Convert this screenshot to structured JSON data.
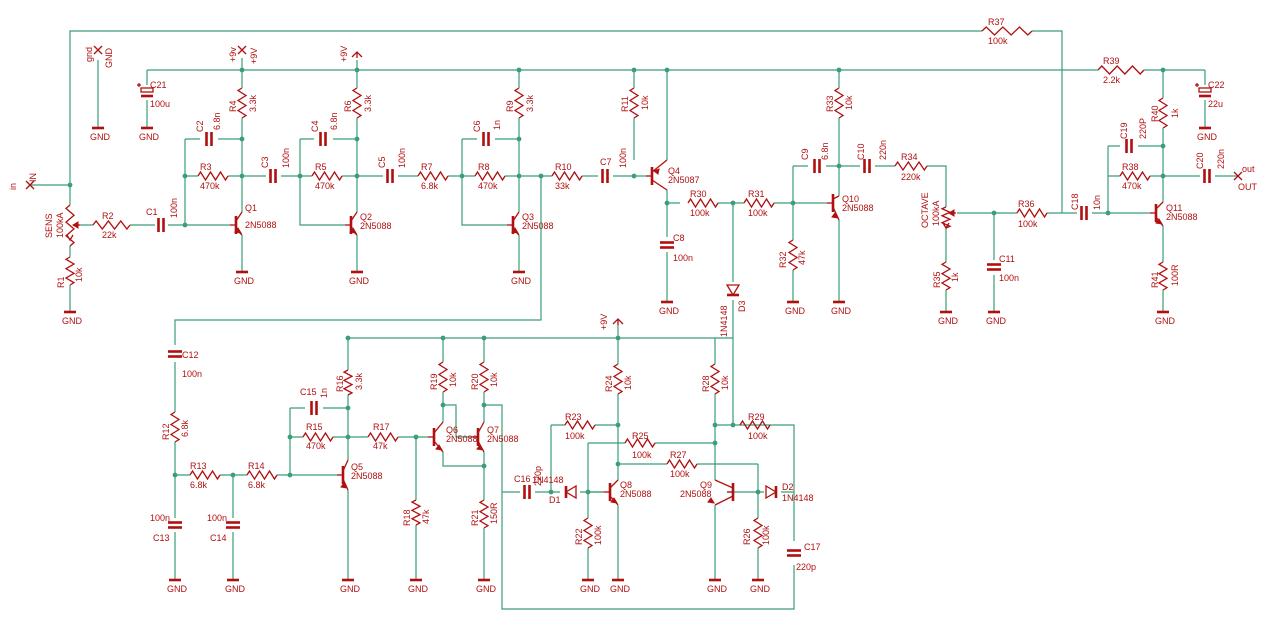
{
  "labels": {
    "R1": "R1",
    "R1v": "10k",
    "R2": "R2",
    "R2v": "22k",
    "SENS": "SENS",
    "SENSv": "100kA",
    "C1": "C1",
    "C1v": "100n",
    "C2": "C2",
    "C2v": "6.8n",
    "R3": "R3",
    "R3v": "470k",
    "R4": "R4",
    "R4v": "3.3k",
    "C3": "C3",
    "C3v": "100n",
    "Q1": "Q1",
    "Q1v": "2N5088",
    "C4": "C4",
    "C4v": "6.8n",
    "R5": "R5",
    "R5v": "470k",
    "R6": "R6",
    "R6v": "3.3k",
    "C5": "C5",
    "C5v": "100n",
    "Q2": "Q2",
    "Q2v": "2N5088",
    "R7": "R7",
    "R7v": "6.8k",
    "C6": "C6",
    "C6v": "1n",
    "R8": "R8",
    "R8v": "470k",
    "R9": "R9",
    "R9v": "3.3k",
    "Q3": "Q3",
    "Q3v": "2N5088",
    "R10": "R10",
    "R10v": "33k",
    "C7": "C7",
    "C7v": "100n",
    "R11": "R11",
    "R11v": "10k",
    "Q4": "Q4",
    "Q4v": "2N5087",
    "C8": "C8",
    "C8v": "100n",
    "R30": "R30",
    "R30v": "100k",
    "R31": "R31",
    "R31v": "100k",
    "D3": "D3",
    "D3v": "1N4148",
    "C9": "C9",
    "C9v": "6.8n",
    "R32": "R32",
    "R32v": "47k",
    "R33": "R33",
    "R33v": "10k",
    "Q10": "Q10",
    "Q10v": "2N5088",
    "C10": "C10",
    "C10v": "220n",
    "R34": "R34",
    "R34v": "220k",
    "OCTAVE": "OCTAVE",
    "OCTAVEv": "100kA",
    "R35": "R35",
    "R35v": "1k",
    "C11": "C11",
    "C11v": "100n",
    "R36": "R36",
    "R36v": "100k",
    "C18": "C18",
    "C18v": "10n",
    "R37": "R37",
    "R37v": "100k",
    "R39": "R39",
    "R39v": "2.2k",
    "C19": "C19",
    "C19v": "220P",
    "R38": "R38",
    "R38v": "470k",
    "R40": "R40",
    "R40v": "1k",
    "Q11": "Q11",
    "Q11v": "2N5088",
    "R41": "R41",
    "R41v": "100R",
    "C20": "C20",
    "C20v": "220n",
    "C21": "C21",
    "C21v": "100u",
    "C22": "C22",
    "C22v": "22u",
    "C12": "C12",
    "C12v": "100n",
    "R12": "R12",
    "R12v": "6.8k",
    "R13": "R13",
    "R13v": "6.8k",
    "R14": "R14",
    "R14v": "6.8k",
    "C13": "C13",
    "C13v": "100n",
    "C14": "C14",
    "C14v": "100n",
    "C15": "C15",
    "C15v": "1n",
    "R15": "R15",
    "R15v": "470k",
    "R16": "R16",
    "R16v": "3.3k",
    "Q5": "Q5",
    "Q5v": "2N5088",
    "R17": "R17",
    "R17v": "47k",
    "R18": "R18",
    "R18v": "47k",
    "R19": "R19",
    "R19v": "10k",
    "R20": "R20",
    "R20v": "10k",
    "Q6": "Q6",
    "Q6v": "2N5088",
    "Q7": "Q7",
    "Q7v": "2N5088",
    "R21": "R21",
    "R21v": "150R",
    "C16": "C16",
    "C16v": "220p",
    "D1": "D1",
    "D1v": "1N4148",
    "R22": "R22",
    "R22v": "100k",
    "R23": "R23",
    "R23v": "100k",
    "R24": "R24",
    "R24v": "10k",
    "Q8": "Q8",
    "Q8v": "2N5088",
    "R25": "R25",
    "R25v": "100k",
    "R27": "R27",
    "R27v": "100k",
    "R28": "R28",
    "R28v": "10k",
    "Q9": "Q9",
    "Q9v": "2N5088",
    "R29": "R29",
    "R29v": "100k",
    "R26": "R26",
    "R26v": "100k",
    "D2": "D2",
    "D2v": "1N4148",
    "C17": "C17",
    "C17v": "220p"
  },
  "nets": {
    "gnd": "GND",
    "gnd_net": "gnd",
    "vcc": "+9V",
    "vcc_net": "+9v",
    "in_name": "in",
    "in_label": "IN",
    "out_name": "out",
    "out_label": "OUT"
  },
  "colors": {
    "part": "#b01010",
    "wire": "#3a9e78",
    "background": "#ffffff"
  }
}
